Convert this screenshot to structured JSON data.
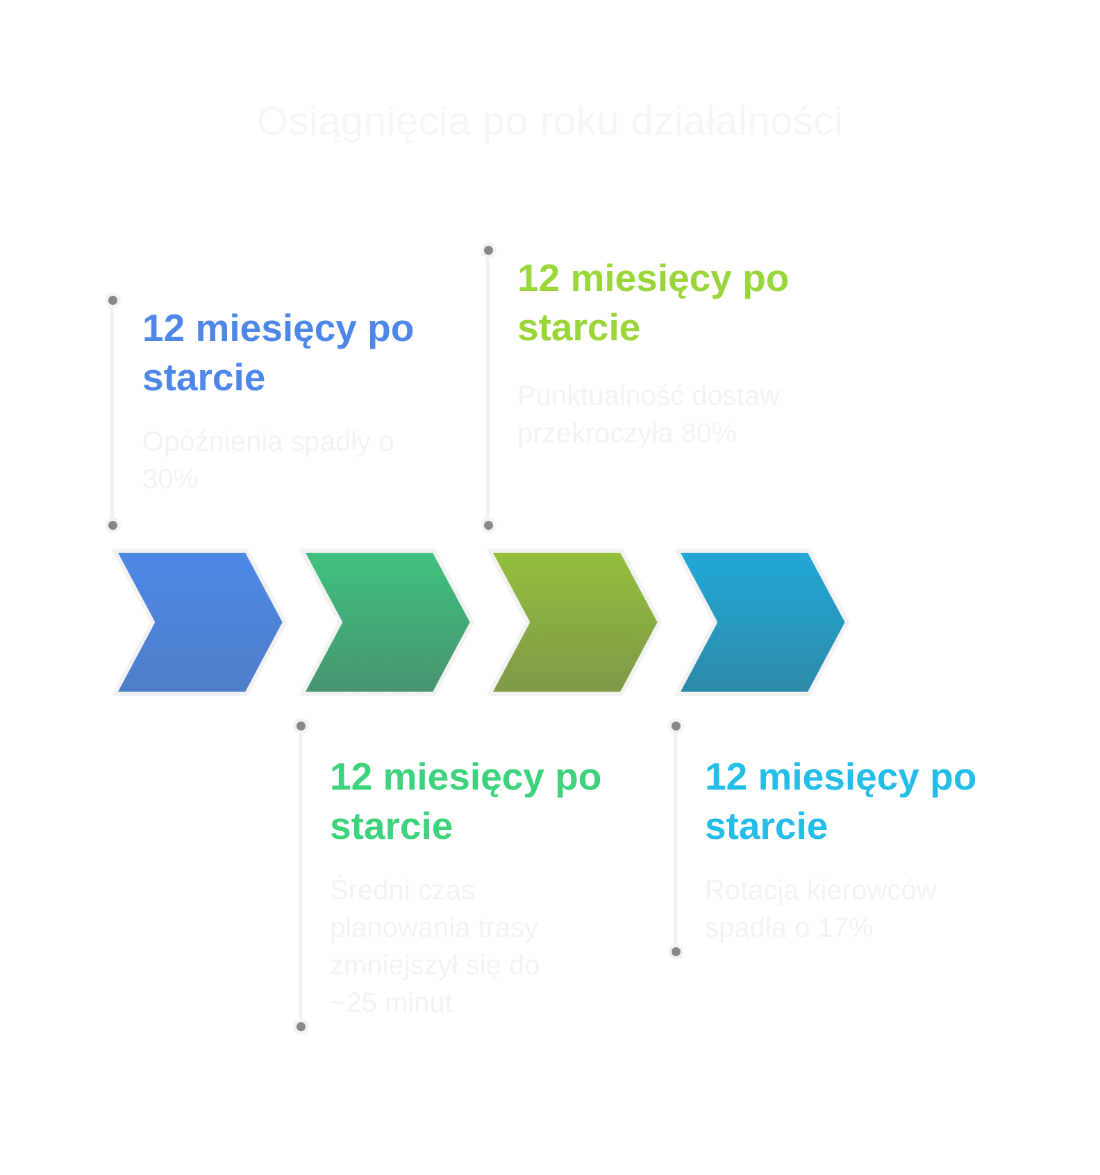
{
  "title": "Osiągnięcia po roku działalności",
  "stages": [
    {
      "heading": "12 miesięcy po starcie",
      "text": "Opóźnienia spadły o 30%",
      "color": "#4f87e8",
      "grad_top": "#4e88e8",
      "grad_bottom": "#4f7ec8"
    },
    {
      "heading": "12 miesięcy po starcie",
      "text": "Średni czas planowania trasy zmniejszył się do ~25 minut",
      "color": "#3dd27c",
      "grad_top": "#3fc27e",
      "grad_bottom": "#479470"
    },
    {
      "heading": "12 miesięcy po starcie",
      "text": "Punktualność dostaw przekroczyła 80%",
      "color": "#9ad53a",
      "grad_top": "#93bf3c",
      "grad_bottom": "#7f9948"
    },
    {
      "heading": "12 miesięcy po starcie",
      "text": "Rotacja kierowców spadła o 17%",
      "color": "#23bde8",
      "grad_top": "#21a8d8",
      "grad_bottom": "#2e8aa8"
    }
  ]
}
